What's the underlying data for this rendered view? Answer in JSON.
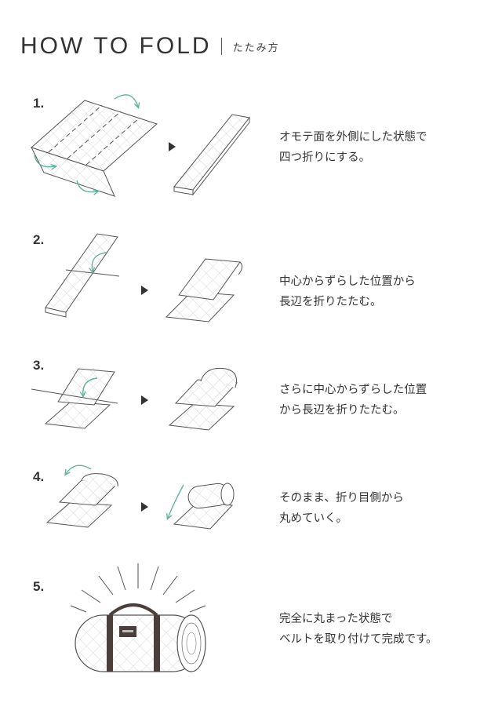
{
  "header": {
    "title": "HOW TO FOLD",
    "subtitle": "たたみ方"
  },
  "steps": [
    {
      "number": "1.",
      "lines": [
        "オモテ面を外側にした状態で",
        "四つ折りにする。"
      ]
    },
    {
      "number": "2.",
      "lines": [
        "中心からずらした位置から",
        "長辺を折りたたむ。"
      ]
    },
    {
      "number": "3.",
      "lines": [
        "さらに中心からずらした位置",
        "から長辺を折りたたむ。"
      ]
    },
    {
      "number": "4.",
      "lines": [
        "そのまま、折り目側から",
        "丸めていく。"
      ]
    },
    {
      "number": "5.",
      "lines": [
        "完全に丸まった状態で",
        "ベルトを取り付けて完成です。"
      ]
    }
  ],
  "icons": {
    "step_arrow": "right-triangle-arrow",
    "fold_arrow": "curved-arrow"
  },
  "colors": {
    "text": "#333333",
    "arrow_accent": "#5fb3a1",
    "belt": "#4a3f3a"
  }
}
